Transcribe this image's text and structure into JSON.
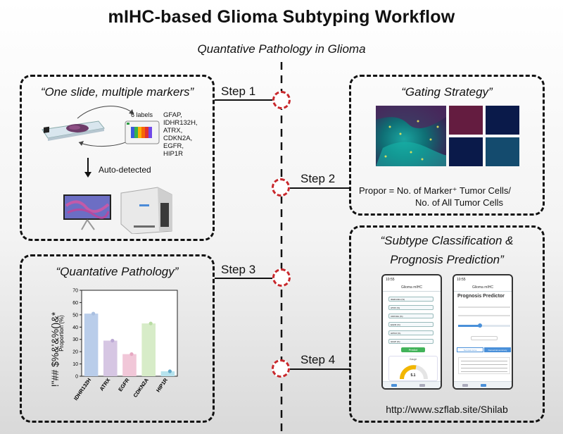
{
  "title": "mIHC-based Glioma Subtyping Workflow",
  "subtitle": "Quantative Pathology in Glioma",
  "steps": [
    "Step  1",
    "Step  2",
    "Step  3",
    "Step  4"
  ],
  "box1": {
    "title": "“One slide, multiple markers”",
    "labels_count": "6 labels",
    "markers": [
      "GFAP,",
      "IDHR132H,",
      "ATRX,",
      "CDKN2A,",
      "EGFR,",
      "HIP1R"
    ],
    "auto_detected": "Auto-detected"
  },
  "box2": {
    "title": "“Gating Strategy”",
    "formula_line1": "Propor = No. of Marker⁺ Tumor Cells/",
    "formula_line2": "No. of All Tumor Cells"
  },
  "box3": {
    "title": "“Quantative Pathology”",
    "side_text": "!\"## $%&'&%()&*"
  },
  "box4": {
    "title_line1": "“Subtype Classification &",
    "title_line2": "Prognosis Prediction”",
    "url": "http://www.szflab.site/Shilab",
    "phone1": {
      "time": "10:55",
      "header": "Glioma mIHC",
      "fields": [
        "IDHR132H (%)",
        "ATRX (%)",
        "CDKN2A (%)",
        "EGFR (%)",
        "HIP1R (%)",
        "GFAP (%)"
      ],
      "button": "Predict",
      "gauge_label": "Gauge",
      "gauge_value": "5.1"
    },
    "phone2": {
      "time": "10:55",
      "header": "Glioma mIHC",
      "title": "Prognosis Predictor",
      "tab1": "Survival curve",
      "tab2": "Numerical summary"
    }
  },
  "chart_data": {
    "type": "bar",
    "categories": [
      "IDHR132H",
      "ATRX",
      "EGFR",
      "CDKN2A",
      "HIP1R"
    ],
    "values": [
      51,
      29,
      18,
      43,
      4
    ],
    "ylabel": "Proportion (%)",
    "ylim": [
      0,
      70
    ],
    "yticks": [
      0,
      10,
      20,
      30,
      40,
      50,
      60,
      70
    ],
    "colors": [
      "#b9cdea",
      "#d6c6e3",
      "#f1c7d8",
      "#d7ecc8",
      "#b7e3ee"
    ],
    "point_colors": [
      "#a9bfe0",
      "#bba8d4",
      "#e7a9c2",
      "#b9dca3",
      "#63a9c9"
    ],
    "grid": false
  }
}
